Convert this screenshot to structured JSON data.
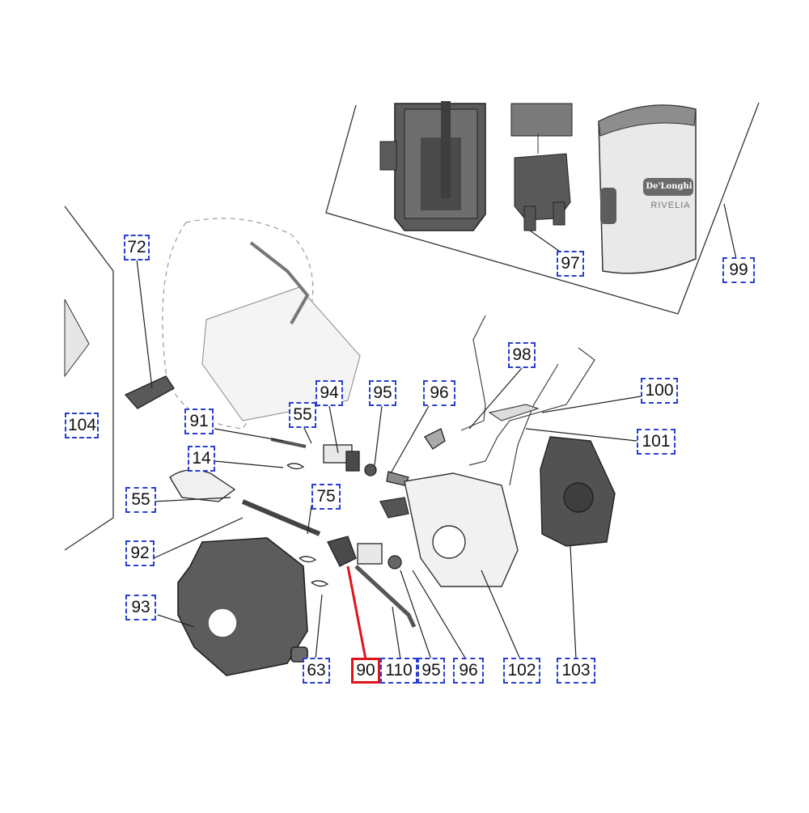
{
  "diagram": {
    "callouts": [
      {
        "id": "72",
        "label": "72"
      },
      {
        "id": "97",
        "label": "97"
      },
      {
        "id": "99",
        "label": "99"
      },
      {
        "id": "98",
        "label": "98"
      },
      {
        "id": "94",
        "label": "94"
      },
      {
        "id": "95a",
        "label": "95"
      },
      {
        "id": "96a",
        "label": "96"
      },
      {
        "id": "100",
        "label": "100"
      },
      {
        "id": "55a",
        "label": "55"
      },
      {
        "id": "91",
        "label": "91"
      },
      {
        "id": "104",
        "label": "104"
      },
      {
        "id": "101",
        "label": "101"
      },
      {
        "id": "14",
        "label": "14"
      },
      {
        "id": "75",
        "label": "75"
      },
      {
        "id": "55b",
        "label": "55"
      },
      {
        "id": "92",
        "label": "92"
      },
      {
        "id": "93",
        "label": "93"
      },
      {
        "id": "63",
        "label": "63"
      },
      {
        "id": "90",
        "label": "90",
        "selected": true
      },
      {
        "id": "110",
        "label": "110"
      },
      {
        "id": "95b",
        "label": "95"
      },
      {
        "id": "96b",
        "label": "96"
      },
      {
        "id": "102",
        "label": "102"
      },
      {
        "id": "103",
        "label": "103"
      }
    ],
    "product": {
      "brand": "De'Longhi",
      "model": "RIVELIA"
    },
    "colors": {
      "callout_border": "#2a3fd1",
      "highlight": "#e0131a",
      "part_dark": "#5a5a5a",
      "part_light": "#f2f2f2",
      "outline": "#333333"
    }
  }
}
